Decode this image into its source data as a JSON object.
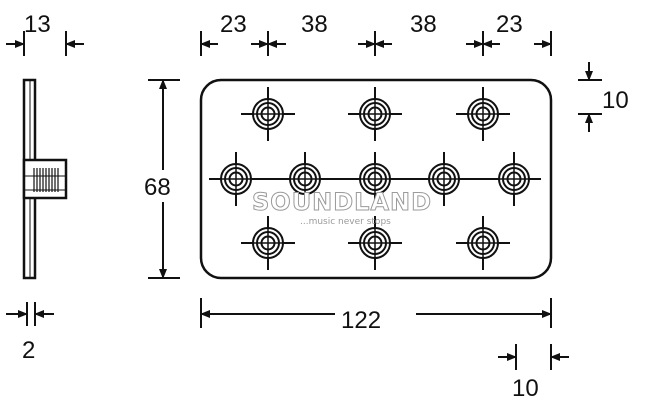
{
  "dimensions": {
    "side_width": "13",
    "side_thickness": "2",
    "edge_to_hole_left": "23",
    "hole_spacing_1": "38",
    "hole_spacing_2": "38",
    "edge_to_hole_right": "23",
    "top_edge_offset": "10",
    "height": "68",
    "length": "122",
    "bottom_edge_offset": "10"
  },
  "watermark": {
    "brand": "SOUNDLAND",
    "tagline": "...music never stops"
  }
}
